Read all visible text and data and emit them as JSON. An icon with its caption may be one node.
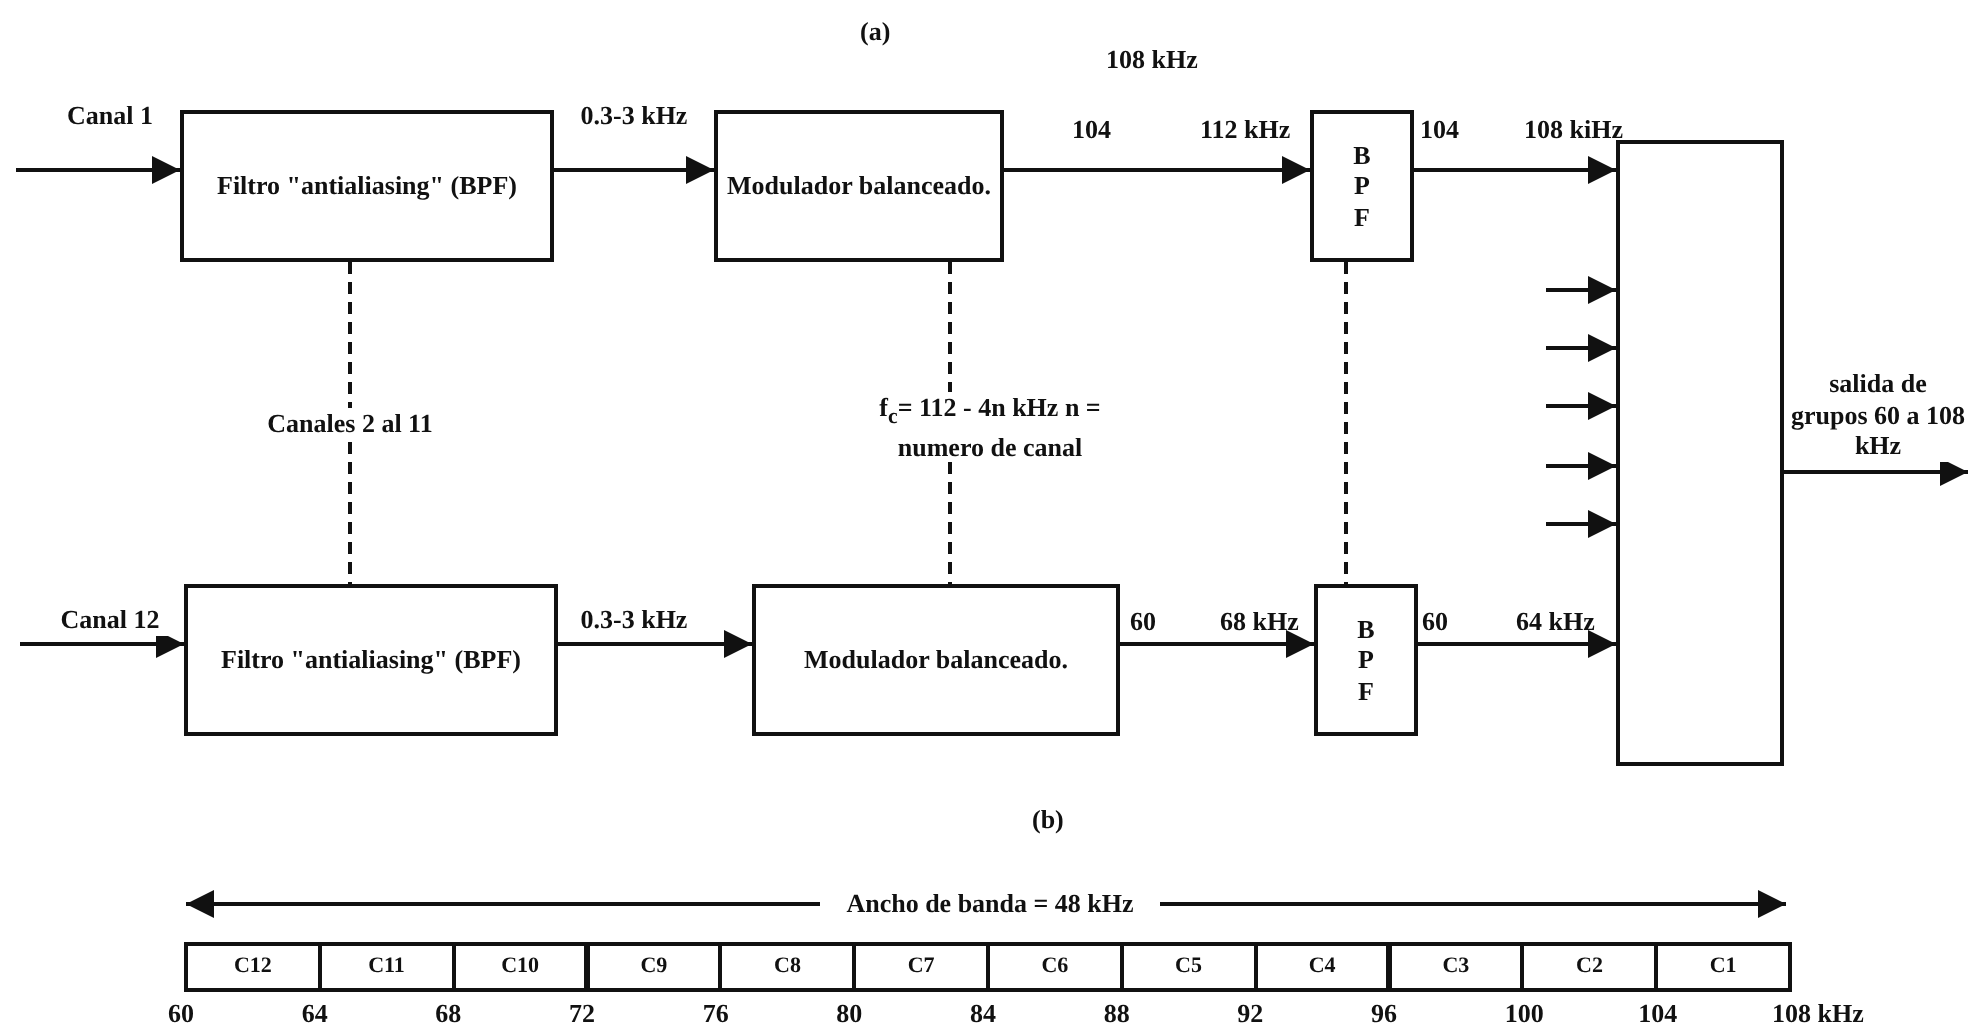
{
  "diagram": {
    "nodes": [
      {
        "text": [
          "Filtro \"antialiasing\" (BPF)"
        ]
      },
      {
        "text": [
          "Modulador balanceado."
        ]
      },
      {
        "text": [
          "B P F"
        ]
      },
      {
        "text": [],
        "shape": "box"
      },
      {
        "text": [
          "Filtro \"antialiasing\" (BPF)"
        ]
      },
      {
        "text": [
          "Modulador balanceado."
        ]
      },
      {
        "text": [
          "B P F"
        ]
      },
      {
        "text": [
          "C12"
        ]
      },
      {
        "text": [
          "C11"
        ]
      },
      {
        "text": [
          "C10"
        ]
      },
      {
        "text": [
          "C9"
        ]
      },
      {
        "text": [
          "C8"
        ]
      },
      {
        "text": [
          "C7"
        ]
      },
      {
        "text": [
          "C6"
        ]
      },
      {
        "text": [
          "C5"
        ]
      },
      {
        "text": [
          "C4"
        ]
      },
      {
        "text": [
          "C3"
        ]
      },
      {
        "text": [
          "C2"
        ]
      },
      {
        "text": [
          "C1"
        ]
      }
    ],
    "edges": [
      {
        "from": null,
        "to": 0,
        "arrow": "to",
        "label": "Canal 1"
      },
      {
        "from": 0,
        "to": 1,
        "arrow": "to",
        "label": "0.3-3 kHz"
      },
      {
        "from": 1,
        "to": 2,
        "arrow": "to"
      },
      {
        "from": 2,
        "to": 3,
        "arrow": "to"
      },
      {
        "from": null,
        "to": 4,
        "arrow": "to",
        "label": "Canal 12"
      },
      {
        "from": 4,
        "to": 5,
        "arrow": "to",
        "label": "0.3-3 kHz"
      },
      {
        "from": 5,
        "to": 6,
        "arrow": "to"
      },
      {
        "from": 6,
        "to": 3,
        "arrow": "to"
      },
      {
        "from": null,
        "to": 3,
        "arrow": "to"
      },
      {
        "from": null,
        "to": 3,
        "arrow": "to"
      },
      {
        "from": null,
        "to": 3,
        "arrow": "to"
      },
      {
        "from": null,
        "to": 3,
        "arrow": "to"
      },
      {
        "from": null,
        "to": 3,
        "arrow": "to"
      },
      {
        "from": 3,
        "to": null,
        "arrow": "to",
        "label": "salida de grupos 60 a 108 kHz"
      },
      {
        "from": 0,
        "to": 4,
        "arrow": "none",
        "style": "dashed",
        "label": "Canales 2 al 11"
      },
      {
        "from": 1,
        "to": 5,
        "arrow": "none",
        "style": "dashed",
        "label": "f$_{c}$= 112 - 4n kHz n = numero de canal"
      },
      {
        "from": 2,
        "to": 6,
        "arrow": "none",
        "style": "dashed"
      }
    ],
    "labels": [
      "(a)",
      "108 kHz",
      "104",
      "112 kHz",
      "104",
      "108 kiHz",
      "60",
      "68 kHz",
      "60",
      "64 kHz",
      "(b)",
      "Ancho de banda = 48 kHz",
      "60",
      "64",
      "68",
      "72",
      "76",
      "80",
      "84",
      "88",
      "92",
      "96",
      "100",
      "104",
      "108 kHz"
    ]
  }
}
